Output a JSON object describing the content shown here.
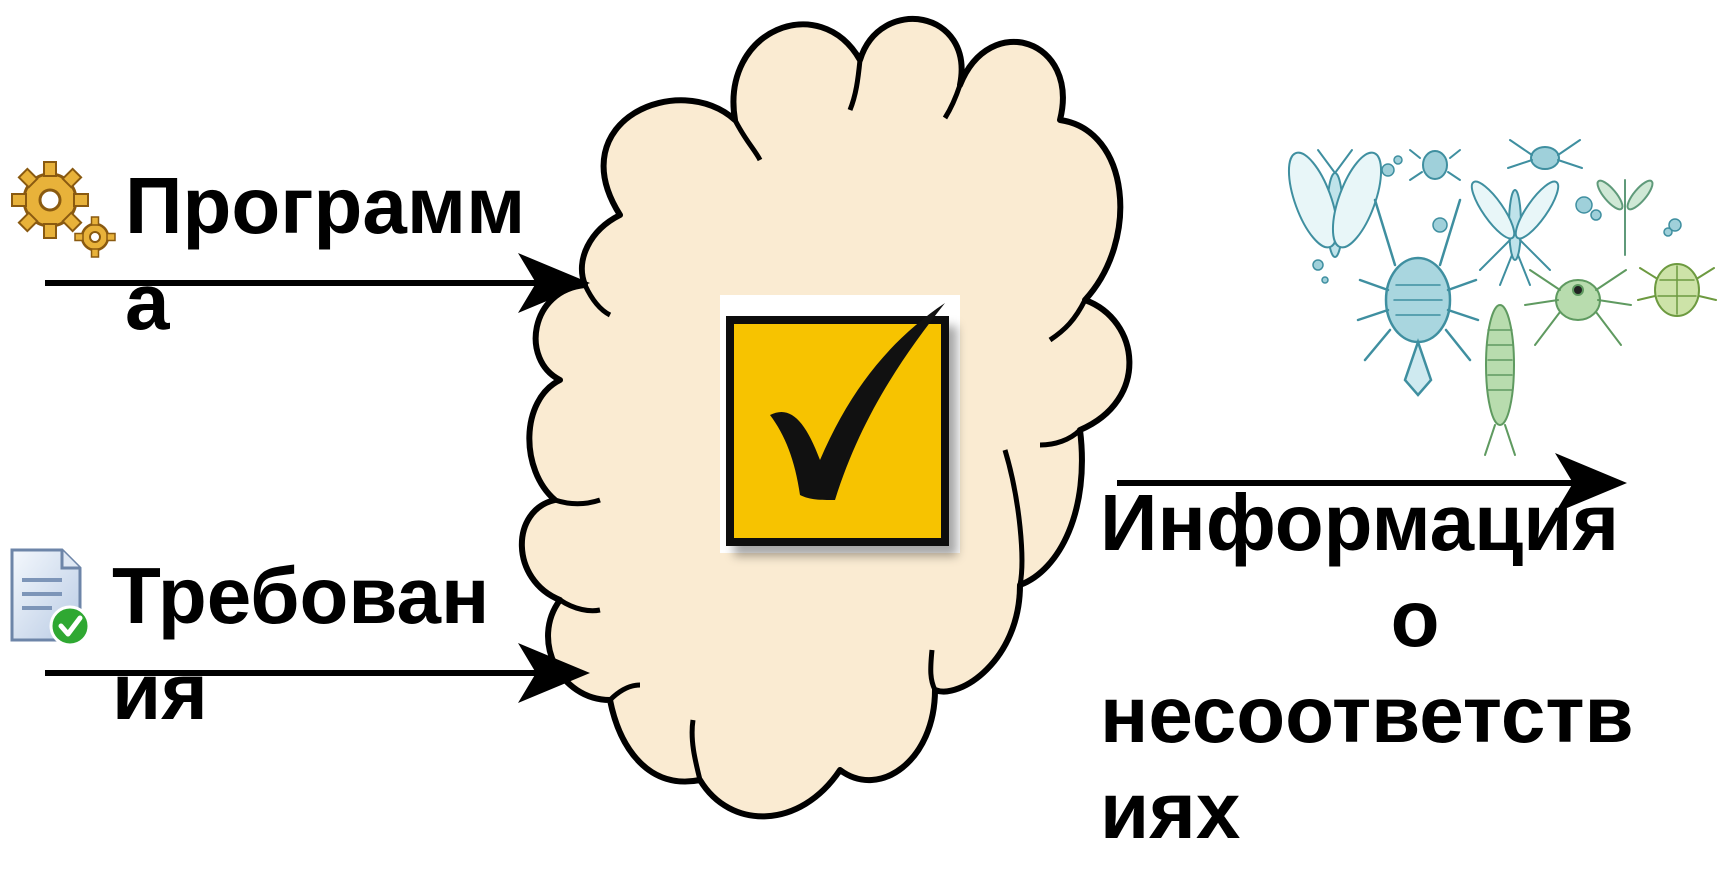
{
  "labels": {
    "program": "Программ\nа",
    "requirements": "Требован\nия",
    "output": [
      "Информация",
      "о",
      "несоответств",
      "иях"
    ]
  },
  "icons": {
    "program": "gears-icon",
    "requirements": "document-check-icon",
    "center": "checkmark-box-icon",
    "output": "bugs-illustration"
  },
  "colors": {
    "cloud_fill": "#FAEBD2",
    "cloud_stroke": "#000000",
    "check_box": "#F7C300",
    "check_mark": "#111111",
    "gear": "#E8B23A",
    "arrow": "#000000"
  }
}
